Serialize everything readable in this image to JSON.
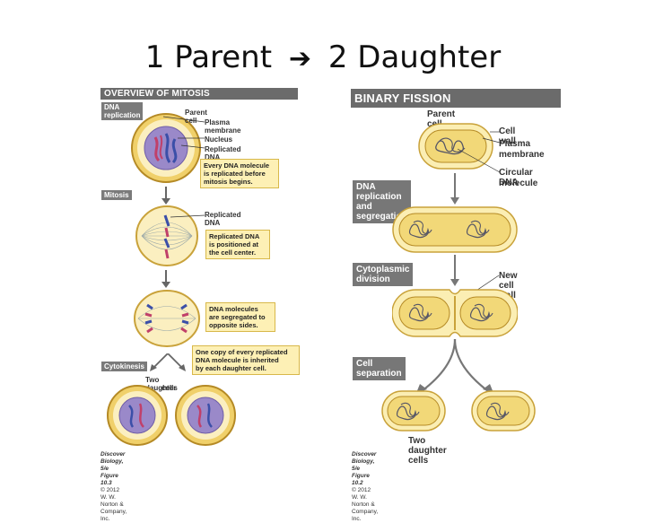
{
  "slide": {
    "title_left": "1 Parent",
    "title_right": "2 Daughter"
  },
  "mitosis": {
    "header": "OVERVIEW OF MITOSIS",
    "stage_dna_replication": "DNA replication",
    "stage_mitosis": "Mitosis",
    "stage_cytokinesis": "Cytokinesis",
    "label_parent_cell": "Parent cell",
    "label_plasma_membrane_1": "Plasma",
    "label_plasma_membrane_2": "membrane",
    "label_nucleus": "Nucleus",
    "label_replicated_dna": "Replicated DNA",
    "label_replicated_dna_2": "Replicated DNA",
    "label_two_daughter_1": "Two daughter",
    "label_two_daughter_2": "cells",
    "box1": [
      "Every DNA molecule",
      "is replicated before",
      "mitosis begins."
    ],
    "box2": [
      "Replicated DNA",
      "is positioned at",
      "the cell center."
    ],
    "box3": [
      "DNA molecules",
      "are segregated to",
      "opposite sides."
    ],
    "box4": [
      "One copy of every replicated",
      "DNA molecule is inherited",
      "by each daughter cell."
    ],
    "credit_1": "Discover Biology, 5/e Figure 10.3",
    "credit_2": "© 2012 W. W. Norton & Company, Inc."
  },
  "fission": {
    "header": "BINARY FISSION",
    "label_parent_cell": "Parent cell",
    "label_cell_wall": "Cell wall",
    "label_plasma_1": "Plasma",
    "label_plasma_2": "membrane",
    "label_circular_1": "Circular DNA",
    "label_circular_2": "molecule",
    "tag_replication_1": "DNA replication",
    "tag_replication_2": "and segregation",
    "tag_cytoplasmic_1": "Cytoplasmic",
    "tag_cytoplasmic_2": "division",
    "label_new_wall": "New cell wall",
    "tag_separation_1": "Cell",
    "tag_separation_2": "separation",
    "label_two_daughter": "Two daughter cells",
    "credit_1": "Discover Biology, 5/e Figure 10.2",
    "credit_2": "© 2012 W. W. Norton & Company, Inc."
  },
  "colors": {
    "cell_fill": "#f7e58e",
    "cell_edge": "#c9a23a",
    "nucleus": "#8e7fc2",
    "dna_blue": "#3b4fa8",
    "dna_red": "#c0406a",
    "wall_fill": "#fbeeb3"
  }
}
